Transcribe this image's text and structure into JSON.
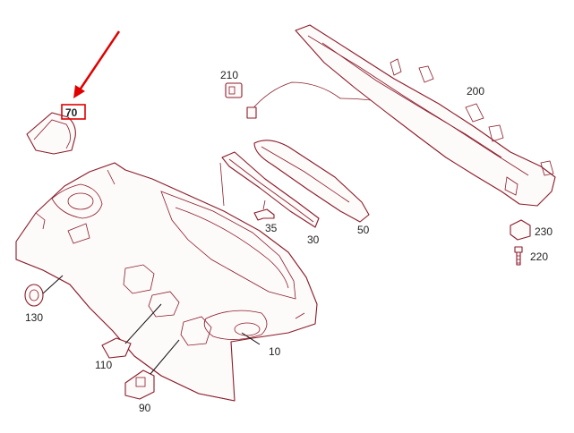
{
  "diagram": {
    "labels": {
      "p10": "10",
      "p30": "30",
      "p35": "35",
      "p50": "50",
      "p70": "70",
      "p90": "90",
      "p110": "110",
      "p130": "130",
      "p200": "200",
      "p210": "210",
      "p220": "220",
      "p230": "230"
    },
    "highlighted_part": "70",
    "colors": {
      "part_outline": "#8a1c2a",
      "highlight": "#e00000",
      "leader": "#111111"
    }
  }
}
